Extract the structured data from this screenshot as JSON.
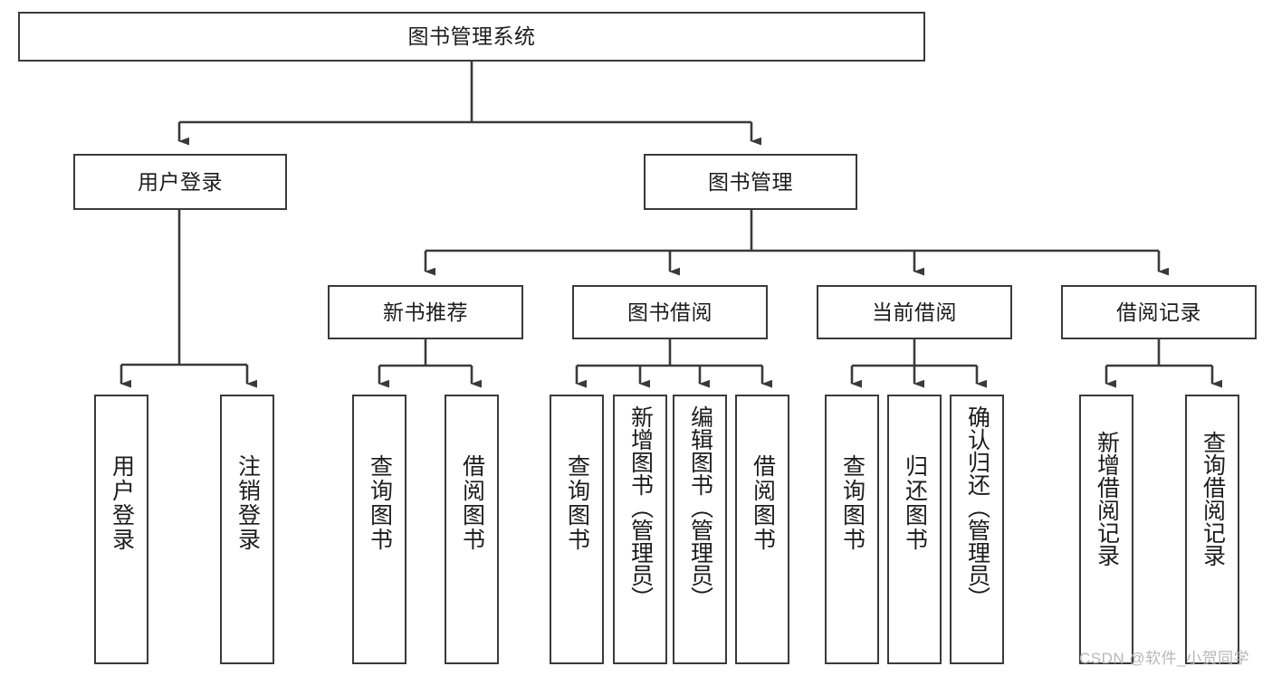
{
  "diagram": {
    "type": "tree-hierarchy",
    "title": "图书管理系统",
    "root": {
      "id": "root",
      "label": "图书管理系统"
    },
    "level2": [
      {
        "id": "user-login",
        "label": "用户登录"
      },
      {
        "id": "book-manage",
        "label": "图书管理"
      }
    ],
    "level3": [
      {
        "id": "new-book-recommend",
        "label": "新书推荐"
      },
      {
        "id": "book-borrow",
        "label": "图书借阅"
      },
      {
        "id": "current-borrow",
        "label": "当前借阅"
      },
      {
        "id": "borrow-record",
        "label": "借阅记录"
      }
    ],
    "leaves": [
      {
        "id": "leaf-user-login",
        "label": "用户登录",
        "parent": "user-login"
      },
      {
        "id": "leaf-logout-login",
        "label": "注销登录",
        "parent": "user-login"
      },
      {
        "id": "leaf-query-book-1",
        "label": "查询图书",
        "parent": "new-book-recommend"
      },
      {
        "id": "leaf-borrow-book-1",
        "label": "借阅图书",
        "parent": "new-book-recommend"
      },
      {
        "id": "leaf-query-book-2",
        "label": "查询图书",
        "parent": "book-borrow"
      },
      {
        "id": "leaf-add-book",
        "label": "新增图书（管理员）",
        "parent": "book-borrow"
      },
      {
        "id": "leaf-edit-book",
        "label": "编辑图书（管理员）",
        "parent": "book-borrow"
      },
      {
        "id": "leaf-borrow-book-2",
        "label": "借阅图书",
        "parent": "book-borrow"
      },
      {
        "id": "leaf-query-book-3",
        "label": "查询图书",
        "parent": "current-borrow"
      },
      {
        "id": "leaf-return-book",
        "label": "归还图书",
        "parent": "current-borrow"
      },
      {
        "id": "leaf-confirm-return",
        "label": "确认归还（管理员）",
        "parent": "current-borrow"
      },
      {
        "id": "leaf-add-record",
        "label": "新增借阅记录",
        "parent": "borrow-record"
      },
      {
        "id": "leaf-query-record",
        "label": "查询借阅记录",
        "parent": "borrow-record"
      }
    ],
    "colors": {
      "box_border": "#3a3a3a",
      "box_fill": "#ffffff",
      "connector": "#3a3a3a",
      "text": "#1c1c1c",
      "watermark": "#b7b7b7"
    }
  },
  "watermark": {
    "text": "CSDN @软件_小贺同学"
  }
}
